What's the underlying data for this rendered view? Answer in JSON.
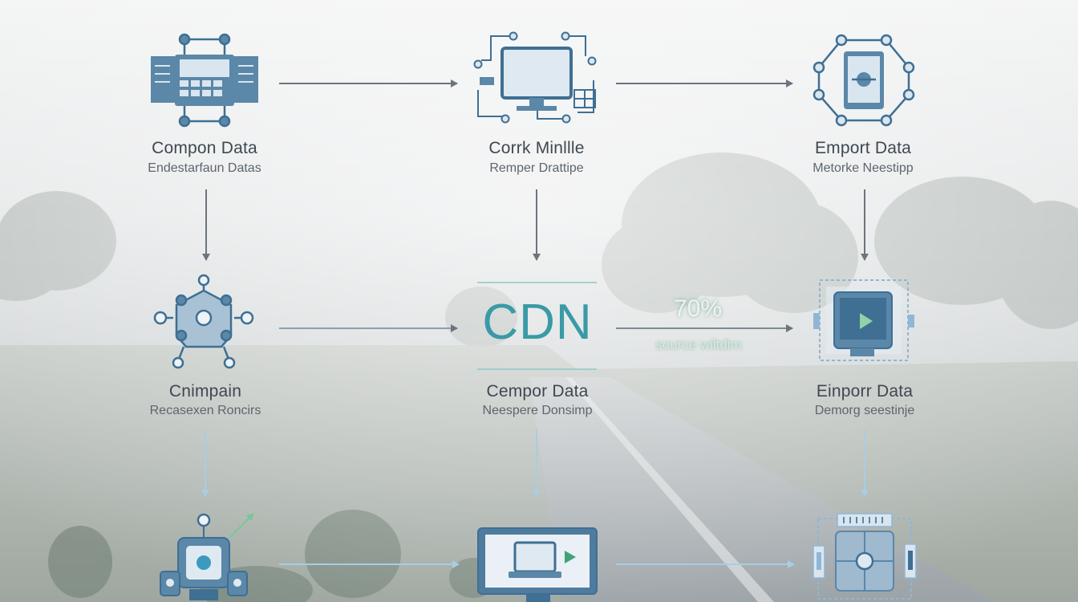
{
  "nodes": {
    "top_left": {
      "title": "Compon Data",
      "subtitle": "Endestarfaun Datas"
    },
    "top_mid": {
      "title": "Corrk Minllle",
      "subtitle": "Remper Drattipe"
    },
    "top_right": {
      "title": "Emport Data",
      "subtitle": "Metorke Neestipp"
    },
    "mid_left": {
      "title": "Cnimpain",
      "subtitle": "Recasexen Roncirs"
    },
    "mid_center": {
      "title": "Cempor Data",
      "subtitle": "Neespere Donsimp",
      "label": "CDN"
    },
    "mid_right": {
      "title": "Einporr Data",
      "subtitle": "Demorg seestinje"
    }
  },
  "metric": {
    "value": "70%",
    "label": "source wiltdim"
  },
  "colors": {
    "icon_fill": "#5b87a8",
    "icon_light": "#d9e6ef",
    "icon_stroke": "#3f6f93",
    "arrow_dark": "#6c747c",
    "arrow_light": "#b9d7ea",
    "cdn": "#3a9aa6",
    "accent_green": "#3fa37a"
  }
}
